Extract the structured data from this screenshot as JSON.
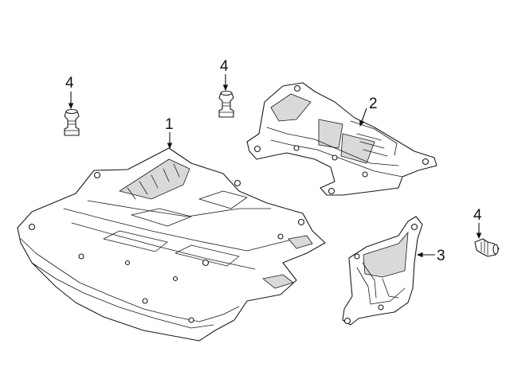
{
  "callouts": {
    "c1": "1",
    "c2": "2",
    "c3": "3",
    "c4a": "4",
    "c4b": "4",
    "c4c": "4"
  },
  "colors": {
    "ink": "#1a1a1a",
    "shade": "#d9d9d9",
    "background": "#ffffff"
  }
}
